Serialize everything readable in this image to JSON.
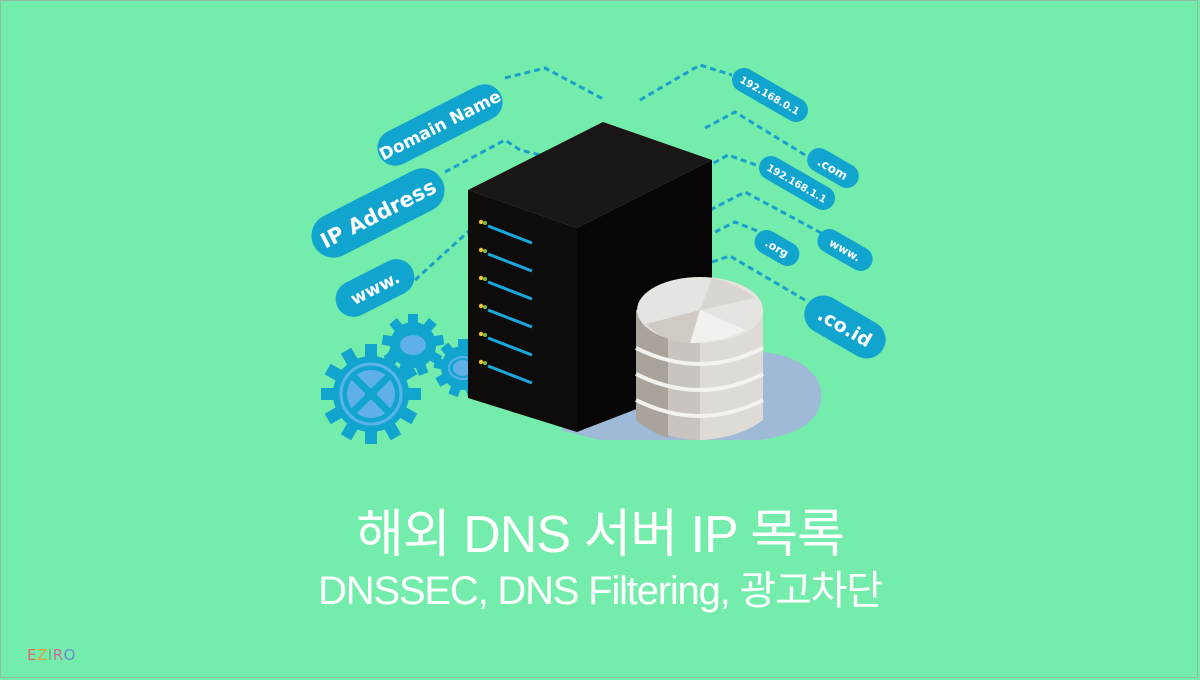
{
  "banner": {
    "title": "해외 DNS 서버 IP 목록",
    "subtitle": "DNSSEC, DNS Filtering, 광고차단",
    "background_color": "#74ecab",
    "text_color": "#ffffff"
  },
  "illustration": {
    "left_labels": [
      "Domain Name",
      "IP Address",
      "www."
    ],
    "right_labels": [
      "192.168.0.1",
      ".com",
      "192.168.1.1",
      ".org",
      "www.",
      ".co.id"
    ],
    "pill_color": "#10a4cf",
    "server_color": "#0e0b0b",
    "server_led_color": "#f2c230",
    "server_bar_color": "#19a6dd",
    "database_color": "#d8d5d0",
    "gear_color": "#10a4cf"
  },
  "logo": {
    "letters": [
      "E",
      "Z",
      "I",
      "R",
      "O"
    ],
    "colors": [
      "#e06a6a",
      "#e2a23a",
      "#6ab07a",
      "#d46aa0",
      "#6a8ad4"
    ]
  }
}
